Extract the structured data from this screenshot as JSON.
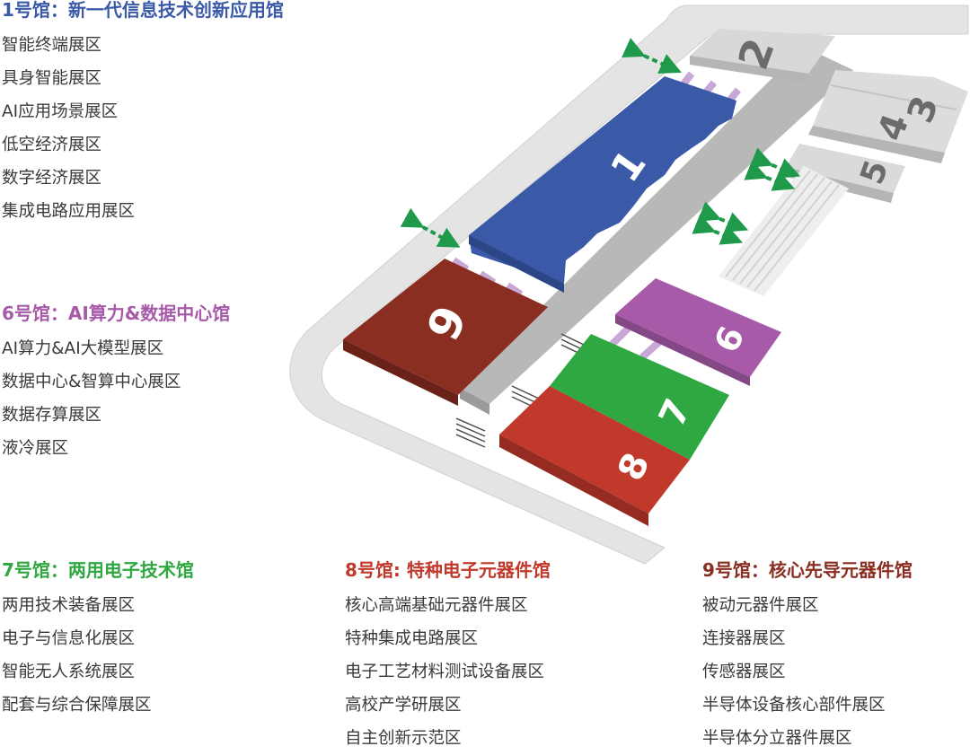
{
  "colors": {
    "hall1": "#3a5aa8",
    "hall6": "#a65aa8",
    "hall7": "#2fa842",
    "hall8": "#c0392b",
    "hall9": "#8b2e22",
    "corridor": "#bdbdbd",
    "frame": "#e6e6e6",
    "bridge": "#c9a7d6",
    "arrow": "#1e9a4a"
  },
  "halls": [
    {
      "title": "1号馆：新一代信息技术创新应用馆",
      "color": "#3a5aa8",
      "areas": [
        "智能终端展区",
        "具身智能展区",
        "AI应用场景展区",
        "低空经济展区",
        "数字经济展区",
        "集成电路应用展区"
      ]
    },
    {
      "title": "6号馆：AI算力&数据中心馆",
      "color": "#a65aa8",
      "areas": [
        "AI算力&AI大模型展区",
        "数据中心&智算中心展区",
        "数据存算展区",
        "液冷展区"
      ]
    },
    {
      "title": "7号馆：两用电子技术馆",
      "color": "#2fa842",
      "areas": [
        "两用技术装备展区",
        "电子与信息化展区",
        "智能无人系统展区",
        "配套与综合保障展区"
      ]
    },
    {
      "title": "8号馆: 特种电子元器件馆",
      "color": "#c0392b",
      "areas": [
        "核心高端基础元器件展区",
        "特种集成电路展区",
        "电子工艺材料测试设备展区",
        "高校产学研展区",
        "自主创新示范区"
      ]
    },
    {
      "title": "9号馆：核心先导元器件馆",
      "color": "#8b2e22",
      "areas": [
        "被动元器件展区",
        "连接器展区",
        "传感器展区",
        "半导体设备核心部件展区",
        "半导体分立器件展区"
      ]
    }
  ],
  "map": {
    "hall_numbers": [
      "1",
      "2",
      "3",
      "4",
      "5",
      "6",
      "7",
      "8",
      "9"
    ]
  }
}
